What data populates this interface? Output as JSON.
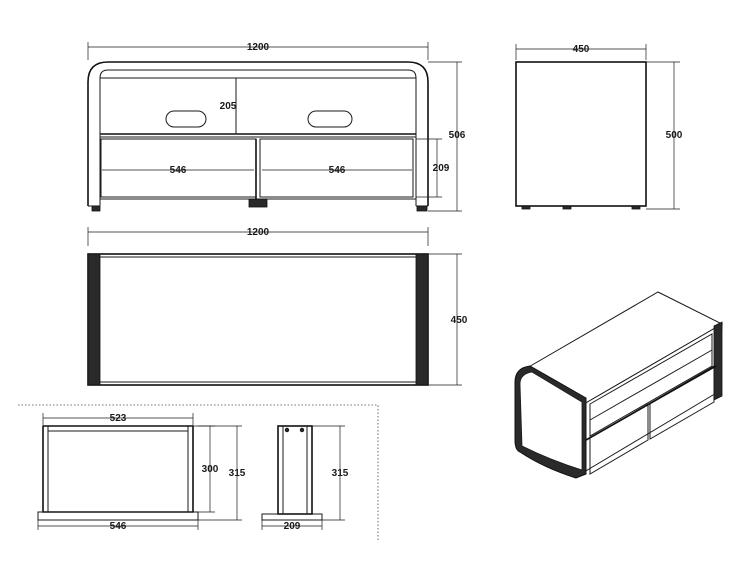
{
  "front_view": {
    "overall_width": "1200",
    "overall_height": "506",
    "shelf_gap": "205",
    "drawer_left_width": "546",
    "drawer_right_width": "546",
    "drawer_height": "209"
  },
  "side_view": {
    "depth": "450",
    "height": "500"
  },
  "top_view": {
    "width": "1200",
    "depth": "450"
  },
  "drawer_front_detail": {
    "inner_width": "523",
    "inner_height": "300",
    "overall_height": "315",
    "overall_width": "546"
  },
  "drawer_side_detail": {
    "height": "315",
    "width": "209"
  }
}
